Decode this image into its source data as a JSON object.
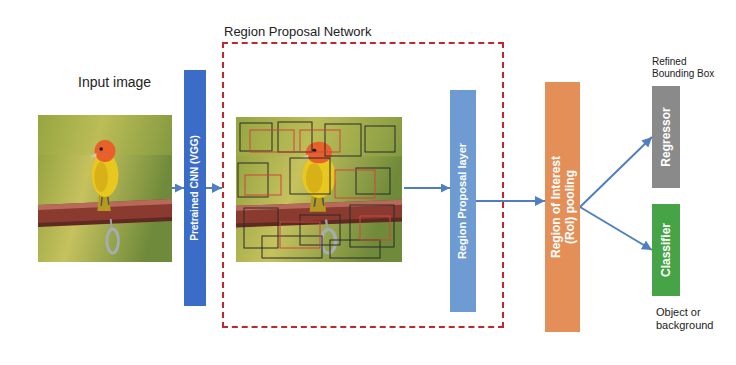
{
  "diagram": {
    "nodes": [
      {
        "text": [
          "Pretrained CNN (VGG)"
        ]
      },
      {
        "text": [
          "Region Proposal Network"
        ]
      },
      {
        "text": [
          "Region Proposal layer"
        ],
        "in": 1
      },
      {
        "text": [
          "Region of Interest (RoI) pooling"
        ]
      },
      {
        "text": [
          "Refined Bounding Box",
          "Regressor"
        ]
      },
      {
        "text": [
          "Classifier",
          "Object or background"
        ]
      }
    ],
    "edges": [
      {
        "from": 0,
        "to": 1,
        "arrow": "to"
      },
      {
        "from": 2,
        "to": 3,
        "arrow": "to"
      },
      {
        "from": 3,
        "to": 4,
        "arrow": "to"
      },
      {
        "from": 3,
        "to": 5,
        "arrow": "to"
      }
    ],
    "labels": [
      "Input image"
    ]
  }
}
